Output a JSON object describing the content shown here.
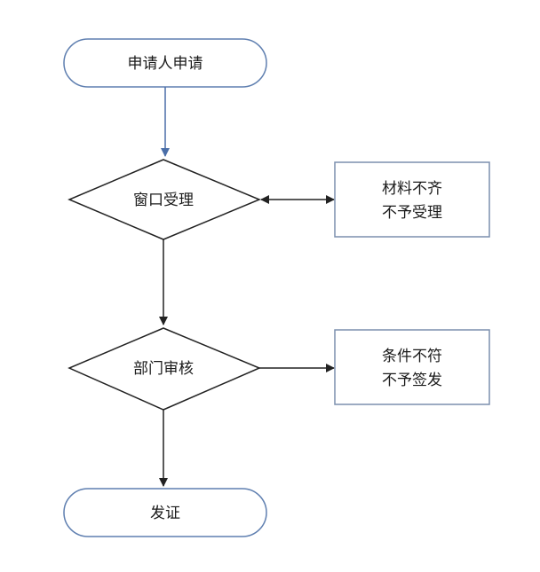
{
  "diagram": {
    "type": "flowchart",
    "nodes": {
      "start": {
        "label": "申请人申请"
      },
      "window_accept": {
        "label": "窗口受理"
      },
      "materials_incomplete": {
        "lines": [
          "材料不齐",
          "不予受理"
        ]
      },
      "dept_review": {
        "label": "部门审核"
      },
      "conditions_unmet": {
        "lines": [
          "条件不符",
          "不予签发"
        ]
      },
      "issue": {
        "label": "发证"
      }
    },
    "colors": {
      "terminal_stroke": "#5f7fb0",
      "box_stroke": "#7b8fae",
      "diamond_stroke": "#222222",
      "arrow_first": "#4a6ea8",
      "arrow": "#222222"
    }
  }
}
